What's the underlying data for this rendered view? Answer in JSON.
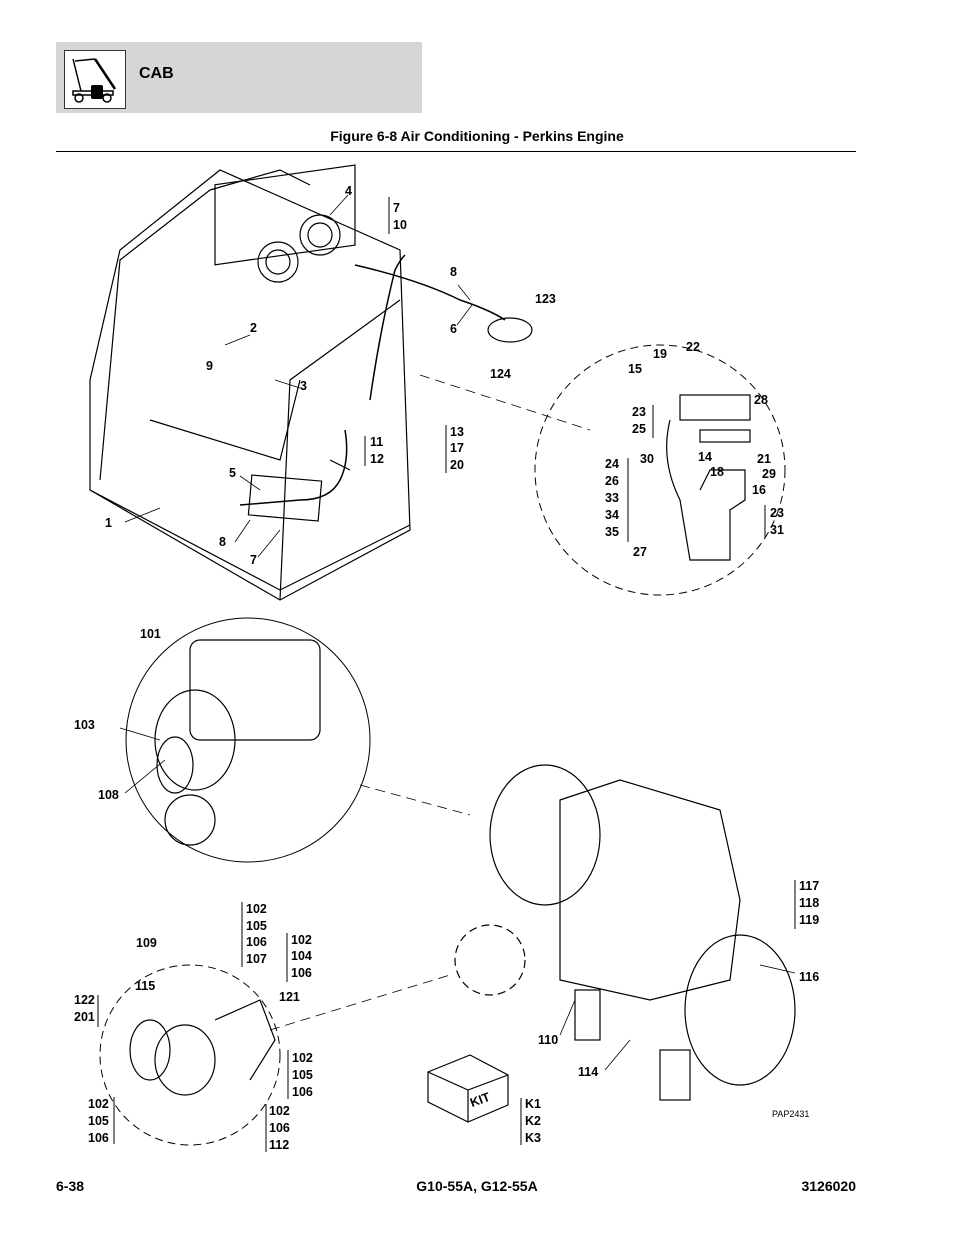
{
  "header": {
    "section": "CAB"
  },
  "figure": {
    "title": "Figure 6-8 Air Conditioning - Perkins Engine",
    "image_id": "PAP2431"
  },
  "callouts": {
    "c1": "1",
    "c2": "2",
    "c3": "3",
    "c4": "4",
    "c5": "5",
    "c6": "6",
    "c7a": "7",
    "c7b": "7",
    "c8a": "8",
    "c8b": "8",
    "c9": "9",
    "c10": "10",
    "c11": "11",
    "c12": "12",
    "c13": "13",
    "c14": "14",
    "c15": "15",
    "c16": "16",
    "c17": "17",
    "c18": "18",
    "c19": "19",
    "c20": "20",
    "c21": "21",
    "c22": "22",
    "c23a": "23",
    "c23b": "23",
    "c24": "24",
    "c25": "25",
    "c26": "26",
    "c27": "27",
    "c28": "28",
    "c29": "29",
    "c30": "30",
    "c31": "31",
    "c33": "33",
    "c34": "34",
    "c35": "35",
    "c101": "101",
    "c102a": "102",
    "c102b": "102",
    "c102c": "102",
    "c102d": "102",
    "c102e": "102",
    "c103": "103",
    "c104": "104",
    "c105a": "105",
    "c105b": "105",
    "c105c": "105",
    "c106a": "106",
    "c106b": "106",
    "c106c": "106",
    "c106d": "106",
    "c106e": "106",
    "c107": "107",
    "c108": "108",
    "c109": "109",
    "c110": "110",
    "c112": "112",
    "c114": "114",
    "c115": "115",
    "c116": "116",
    "c117": "117",
    "c118": "118",
    "c119": "119",
    "c121": "121",
    "c122": "122",
    "c123": "123",
    "c124": "124",
    "c201": "201",
    "k1": "K1",
    "k2": "K2",
    "k3": "K3",
    "kit": "KIT"
  },
  "footer": {
    "page": "6-38",
    "models": "G10-55A, G12-55A",
    "doc_number": "3126020"
  }
}
